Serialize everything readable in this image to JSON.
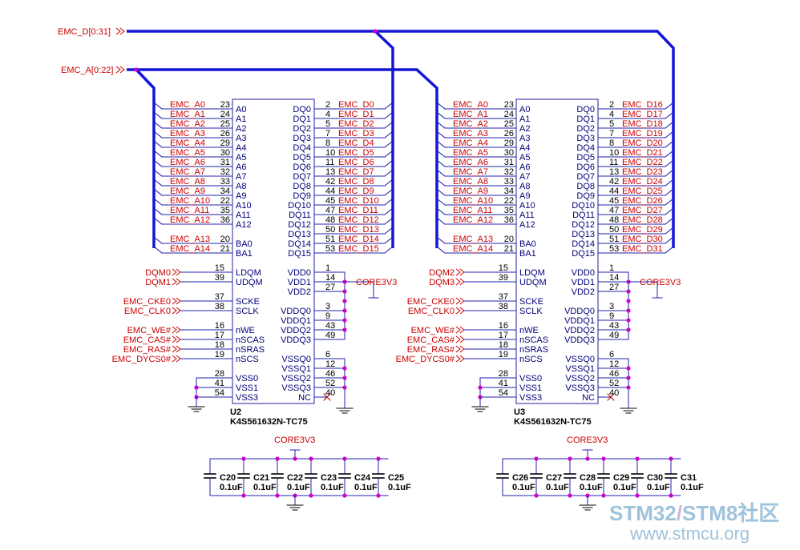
{
  "buses": {
    "data": "EMC_D[0:31]",
    "addr": "EMC_A[0:22]"
  },
  "chips": [
    {
      "refdes": "U2",
      "part": "K4S561632N-TC75",
      "addr_nets": [
        "EMC_A0",
        "EMC_A1",
        "EMC_A2",
        "EMC_A3",
        "EMC_A4",
        "EMC_A5",
        "EMC_A6",
        "EMC_A7",
        "EMC_A8",
        "EMC_A9",
        "EMC_A10",
        "EMC_A11",
        "EMC_A12"
      ],
      "ba_nets": [
        "EMC_A13",
        "EMC_A14"
      ],
      "data_nets": [
        "EMC_D0",
        "EMC_D1",
        "EMC_D2",
        "EMC_D3",
        "EMC_D4",
        "EMC_D5",
        "EMC_D6",
        "EMC_D7",
        "EMC_D8",
        "EMC_D9",
        "EMC_D10",
        "EMC_D11",
        "EMC_D12",
        "EMC_D13",
        "EMC_D14",
        "EMC_D15"
      ],
      "dqm_nets": [
        "DQM0",
        "DQM1"
      ],
      "clk_nets": [
        "EMC_CKE0",
        "EMC_CLK0"
      ],
      "ctrl_nets": [
        "EMC_WE#",
        "EMC_CAS#",
        "EMC_RAS#",
        "EMC_DYCS0#"
      ],
      "power": "CORE3V3"
    },
    {
      "refdes": "U3",
      "part": "K4S561632N-TC75",
      "addr_nets": [
        "EMC_A0",
        "EMC_A1",
        "EMC_A2",
        "EMC_A3",
        "EMC_A4",
        "EMC_A5",
        "EMC_A6",
        "EMC_A7",
        "EMC_A8",
        "EMC_A9",
        "EMC_A10",
        "EMC_A11",
        "EMC_A12"
      ],
      "ba_nets": [
        "EMC_A13",
        "EMC_A14"
      ],
      "data_nets": [
        "EMC_D16",
        "EMC_D17",
        "EMC_D18",
        "EMC_D19",
        "EMC_D20",
        "EMC_D21",
        "EMC_D22",
        "EMC_D23",
        "EMC_D24",
        "EMC_D25",
        "EMC_D26",
        "EMC_D27",
        "EMC_D28",
        "EMC_D29",
        "EMC_D30",
        "EMC_D31"
      ],
      "dqm_nets": [
        "DQM2",
        "DQM3"
      ],
      "clk_nets": [
        "EMC_CKE0",
        "EMC_CLK0"
      ],
      "ctrl_nets": [
        "EMC_WE#",
        "EMC_CAS#",
        "EMC_RAS#",
        "EMC_DYCS0#"
      ],
      "power": "CORE3V3"
    }
  ],
  "pins": {
    "addr_names": [
      "A0",
      "A1",
      "A2",
      "A3",
      "A4",
      "A5",
      "A6",
      "A7",
      "A8",
      "A9",
      "A10",
      "A11",
      "A12"
    ],
    "addr_nums": [
      "23",
      "24",
      "25",
      "26",
      "29",
      "30",
      "31",
      "32",
      "33",
      "34",
      "22",
      "35",
      "36"
    ],
    "ba_names": [
      "BA0",
      "BA1"
    ],
    "ba_nums": [
      "20",
      "21"
    ],
    "dq_names": [
      "DQ0",
      "DQ1",
      "DQ2",
      "DQ3",
      "DQ4",
      "DQ5",
      "DQ6",
      "DQ7",
      "DQ8",
      "DQ9",
      "DQ10",
      "DQ11",
      "DQ12",
      "DQ13",
      "DQ14",
      "DQ15"
    ],
    "dq_nums": [
      "2",
      "4",
      "5",
      "7",
      "8",
      "10",
      "11",
      "13",
      "42",
      "44",
      "45",
      "47",
      "48",
      "50",
      "51",
      "53"
    ],
    "dqm_names": [
      "LDQM",
      "UDQM"
    ],
    "dqm_nums": [
      "15",
      "39"
    ],
    "clk_names": [
      "SCKE",
      "SCLK"
    ],
    "clk_nums": [
      "37",
      "38"
    ],
    "ctrl_names": [
      "nWE",
      "nSCAS",
      "nSRAS",
      "nSCS"
    ],
    "ctrl_nums": [
      "16",
      "17",
      "18",
      "19"
    ],
    "vss_l_names": [
      "VSS0",
      "VSS1",
      "VSS3"
    ],
    "vss_l_nums": [
      "28",
      "41",
      "54"
    ],
    "vdd_names": [
      "VDD0",
      "VDD1",
      "VDD2"
    ],
    "vdd_nums": [
      "1",
      "14",
      "27"
    ],
    "vddq_names": [
      "VDDQ0",
      "VDDQ1",
      "VDDQ2",
      "VDDQ3"
    ],
    "vddq_nums": [
      "3",
      "9",
      "43",
      "49"
    ],
    "vssq_names": [
      "VSSQ0",
      "VSSQ1",
      "VSSQ2",
      "VSSQ3",
      "NC"
    ],
    "vssq_nums": [
      "6",
      "12",
      "46",
      "52",
      "40"
    ]
  },
  "cap_banks": [
    {
      "power": "CORE3V3",
      "caps": [
        {
          "name": "C20",
          "value": "0.1uF"
        },
        {
          "name": "C21",
          "value": "0.1uF"
        },
        {
          "name": "C22",
          "value": "0.1uF"
        },
        {
          "name": "C23",
          "value": "0.1uF"
        },
        {
          "name": "C24",
          "value": "0.1uF"
        },
        {
          "name": "C25",
          "value": "0.1uF"
        }
      ]
    },
    {
      "power": "CORE3V3",
      "caps": [
        {
          "name": "C26",
          "value": "0.1uF"
        },
        {
          "name": "C27",
          "value": "0.1uF"
        },
        {
          "name": "C28",
          "value": "0.1uF"
        },
        {
          "name": "C29",
          "value": "0.1uF"
        },
        {
          "name": "C30",
          "value": "0.1uF"
        },
        {
          "name": "C31",
          "value": "0.1uF"
        }
      ]
    }
  ],
  "watermark": {
    "line1a": "STM32",
    "line1b": "/",
    "line1c": "STM8社区",
    "line2": "www.stmcu.org"
  },
  "colors": {
    "bus": "#1515d6",
    "wire": "#2020b0",
    "net_label": "#cc0000",
    "pin_name": "#00007a",
    "junction": "#d000d0"
  }
}
